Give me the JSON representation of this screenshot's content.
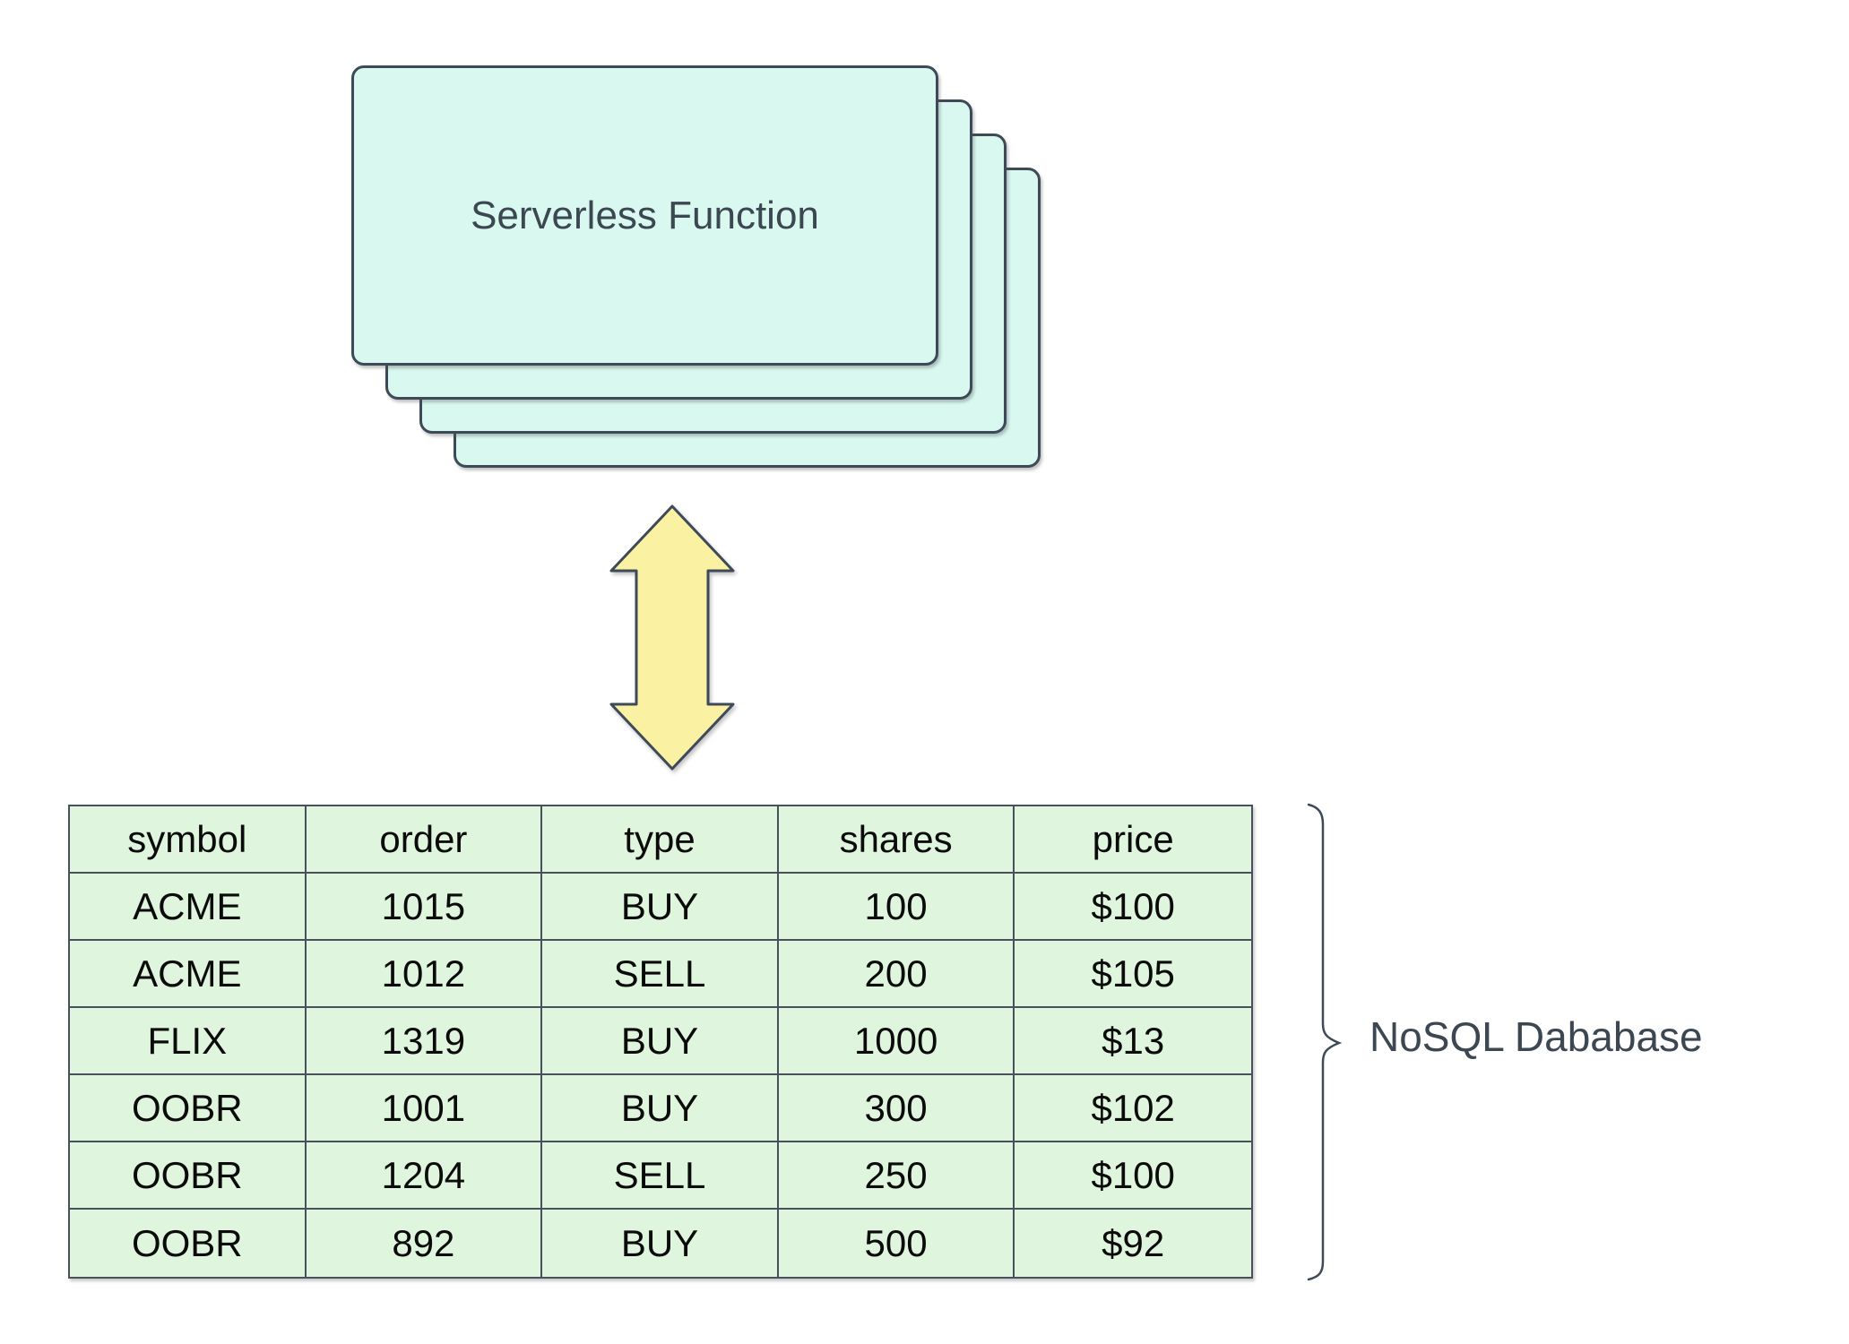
{
  "diagram": {
    "function_stack": {
      "label": "Serverless Function",
      "card_count": 4
    },
    "arrow": {
      "name": "bidirectional-vertical-arrow",
      "fill": "#faf2a2"
    },
    "table": {
      "columns": [
        "symbol",
        "order",
        "type",
        "shares",
        "price"
      ],
      "rows": [
        [
          "ACME",
          "1015",
          "BUY",
          "100",
          "$100"
        ],
        [
          "ACME",
          "1012",
          "SELL",
          "200",
          "$105"
        ],
        [
          "FLIX",
          "1319",
          "BUY",
          "1000",
          "$13"
        ],
        [
          "OOBR",
          "1001",
          "BUY",
          "300",
          "$102"
        ],
        [
          "OOBR",
          "1204",
          "SELL",
          "250",
          "$100"
        ],
        [
          "OOBR",
          "892",
          "BUY",
          "500",
          "$92"
        ]
      ]
    },
    "database_label": "NoSQL Dababase",
    "colors": {
      "stroke": "#3e4a57",
      "card_fill": "#d8f8f0",
      "arrow_fill": "#faf2a2",
      "table_fill": "#dff5dd",
      "table_border": "#47505b",
      "table_text": "#0b0b0b",
      "label_text": "#3d4752",
      "background": "#ffffff"
    }
  }
}
